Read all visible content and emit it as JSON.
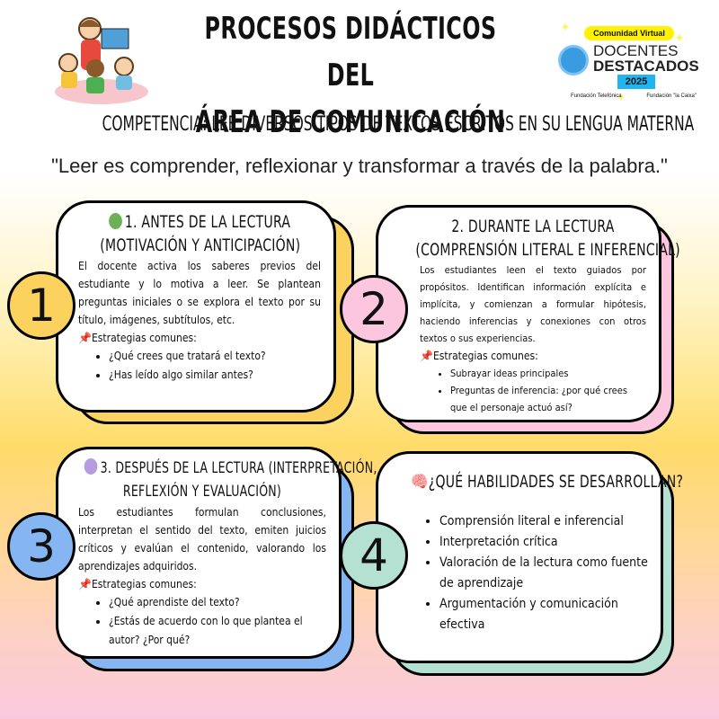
{
  "header": {
    "title_line1": "PROCESOS DIDÁCTICOS DEL",
    "title_line2": "ÁREA DE COMUNICACIÓN",
    "illustration": "teacher-reading-to-children-illustration",
    "badge": {
      "pill": "Comunidad Virtual",
      "line1": "DOCENTES",
      "line2": "DESTACADOS",
      "year": "2025",
      "sponsor1": "Fundación Telefónica",
      "sponsor2": "Fundación \"la Caixa\""
    }
  },
  "competencia": "COMPETENCIA: LEE DIVERSOS TIPOS DE TEXTOS ESCRITOS EN SU LENGUA MATERNA",
  "quote": "\"Leer es comprender, reflexionar y transformar a través de la palabra.\"",
  "colors": {
    "card1": "#fcd25e",
    "card2": "#fbc6de",
    "card3": "#85b6f2",
    "card4": "#b4e1d2",
    "green_dot": "#6db157",
    "purple_dot": "#b79be0"
  },
  "cards": [
    {
      "number": "1",
      "icon": "green-circle-icon",
      "title_line1": "1. ANTES DE LA LECTURA",
      "title_line2": "(MOTIVACIÓN Y ANTICIPACIÓN)",
      "body": "El docente activa los saberes previos del estudiante y lo motiva a leer. Se plantean preguntas iniciales o se explora el texto por su título, imágenes, subtítulos, etc.",
      "strategies_label": "Estrategias comunes:",
      "strategies": [
        "¿Qué crees que tratará el texto?",
        "¿Has leído algo similar antes?"
      ]
    },
    {
      "number": "2",
      "title_line1": "2. DURANTE LA LECTURA",
      "title_line2": "(COMPRENSIÓN LITERAL E INFERENCIAL)",
      "body": "Los estudiantes leen el texto guiados por propósitos. Identifican información explícita e implícita, y comienzan a formular hipótesis, haciendo inferencias y conexiones con otros textos o sus experiencias.",
      "strategies_label": "Estrategias comunes:",
      "strategies": [
        "Subrayar ideas principales",
        "Preguntas de inferencia: ¿por qué crees que el personaje actuó así?"
      ]
    },
    {
      "number": "3",
      "icon": "purple-circle-icon",
      "title_line1": "3. DESPUÉS DE LA LECTURA (INTERPRETACIÓN,",
      "title_line2": "REFLEXIÓN Y EVALUACIÓN)",
      "body": "Los estudiantes formulan conclusiones, interpretan el sentido del texto, emiten juicios críticos y evalúan el contenido, valorando los aprendizajes adquiridos.",
      "strategies_label": "Estrategias comunes:",
      "strategies": [
        "¿Qué aprendiste del texto?",
        "¿Estás de acuerdo con lo que plantea el autor? ¿Por qué?"
      ]
    },
    {
      "number": "4",
      "icon": "brain-icon",
      "title_line1": "¿QUÉ HABILIDADES SE DESARROLLAN?",
      "skills": [
        "Comprensión literal e inferencial",
        "Interpretación crítica",
        "Valoración de la lectura como fuente de aprendizaje",
        "Argumentación y comunicación efectiva"
      ]
    }
  ]
}
